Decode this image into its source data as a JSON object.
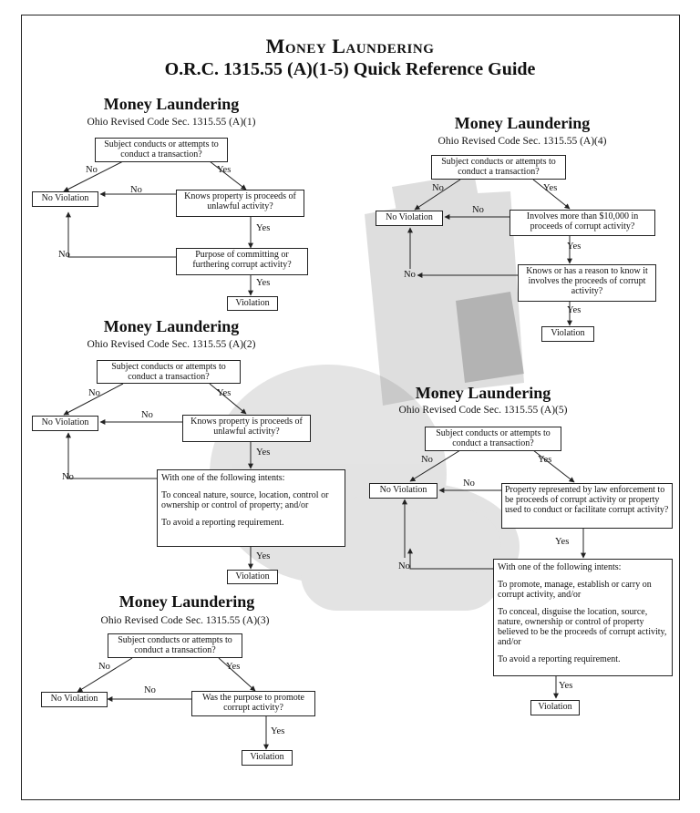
{
  "header": {
    "title": "Money Laundering",
    "subtitle": "O.R.C. 1315.55 (A)(1-5) Quick Reference Guide"
  },
  "common": {
    "q_subject": "Subject conducts or attempts to conduct a transaction?",
    "no_violation": "No Violation",
    "violation": "Violation",
    "yes": "Yes",
    "no": "No"
  },
  "sections": [
    {
      "title": "Money Laundering",
      "code": "Ohio Revised Code Sec. 1315.55 (A)(1)",
      "q2": "Knows property is proceeds of unlawful activity?",
      "q3": "Purpose of committing or furthering corrupt activity?"
    },
    {
      "title": "Money Laundering",
      "code": "Ohio Revised Code Sec. 1315.55 (A)(2)",
      "q2": "Knows property is proceeds of unlawful activity?",
      "intents": [
        "With one of the following intents:",
        "To conceal nature, source, location, control or ownership or control of property; and/or",
        "To avoid a reporting requirement."
      ]
    },
    {
      "title": "Money Laundering",
      "code": "Ohio Revised Code Sec. 1315.55 (A)(3)",
      "q2": "Was the purpose to promote corrupt activity?"
    },
    {
      "title": "Money Laundering",
      "code": "Ohio Revised Code Sec. 1315.55 (A)(4)",
      "q2": "Involves more than $10,000 in proceeds of corrupt activity?",
      "q3": "Knows or has a reason to know it involves the proceeds of corrupt activity?"
    },
    {
      "title": "Money Laundering",
      "code": "Ohio Revised Code Sec. 1315.55 (A)(5)",
      "q2": "Property represented by law enforcement to be proceeds of corrupt activity or property used to conduct or facilitate corrupt activity?",
      "intents": [
        "With one of the following intents:",
        "To promote, manage, establish or carry on corrupt activity, and/or",
        "To conceal, disguise the location, source, nature, ownership or control of property believed to be the proceeds of corrupt activity, and/or",
        "To avoid a reporting requirement."
      ]
    }
  ]
}
